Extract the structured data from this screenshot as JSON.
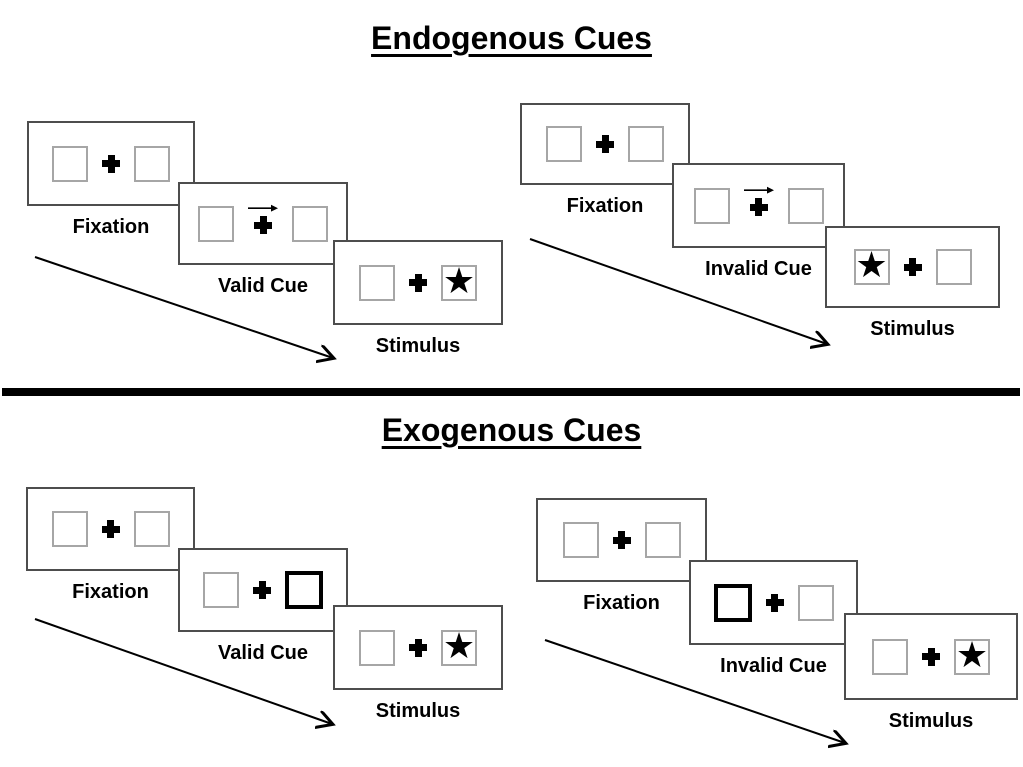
{
  "glyphs": {
    "star": "★"
  },
  "colors": {
    "frame_border": "#4d4d4d",
    "placeholder_border": "#a6a6a6",
    "cue_highlight": "#000000",
    "divider": "#000000",
    "text": "#000000",
    "background": "#ffffff"
  },
  "sections": [
    {
      "title": "Endogenous Cues",
      "trials": [
        {
          "name": "valid",
          "cue_type": "central-arrow",
          "cue_direction": "right",
          "frames": [
            {
              "label": "Fixation"
            },
            {
              "label": "Valid Cue"
            },
            {
              "label": "Stimulus",
              "star_side": "right"
            }
          ]
        },
        {
          "name": "invalid",
          "cue_type": "central-arrow",
          "cue_direction": "right",
          "frames": [
            {
              "label": "Fixation"
            },
            {
              "label": "Invalid Cue"
            },
            {
              "label": "Stimulus",
              "star_side": "left"
            }
          ]
        }
      ]
    },
    {
      "title": "Exogenous Cues",
      "trials": [
        {
          "name": "valid",
          "cue_type": "peripheral-box",
          "cue_side": "right",
          "frames": [
            {
              "label": "Fixation"
            },
            {
              "label": "Valid Cue"
            },
            {
              "label": "Stimulus",
              "star_side": "right"
            }
          ]
        },
        {
          "name": "invalid",
          "cue_type": "peripheral-box",
          "cue_side": "left",
          "frames": [
            {
              "label": "Fixation"
            },
            {
              "label": "Invalid Cue"
            },
            {
              "label": "Stimulus",
              "star_side": "right"
            }
          ]
        }
      ]
    }
  ]
}
